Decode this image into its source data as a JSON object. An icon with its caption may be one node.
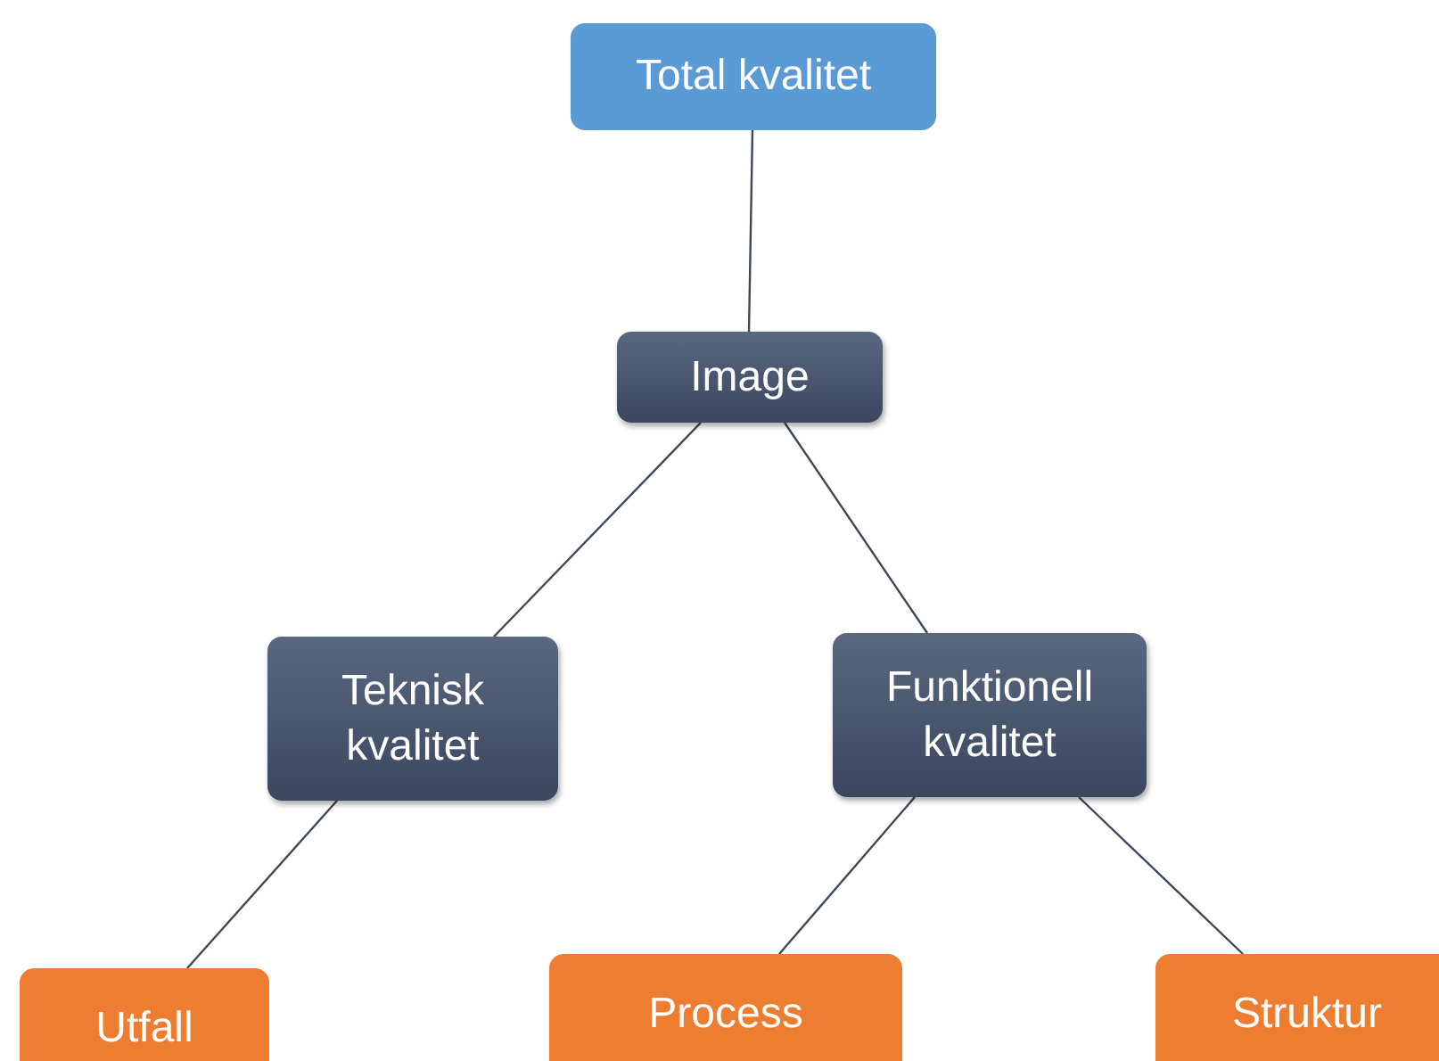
{
  "diagram": {
    "nodes": [
      {
        "text": [
          "Total kvalitet"
        ]
      },
      {
        "text": [
          "Image"
        ]
      },
      {
        "text": [
          "Teknisk kvalitet"
        ]
      },
      {
        "text": [
          "Funktionell kvalitet"
        ]
      },
      {
        "text": [
          "Utfall"
        ]
      },
      {
        "text": [
          "Process"
        ]
      },
      {
        "text": [
          "Struktur"
        ]
      }
    ],
    "edges": [
      {
        "from": 0,
        "to": 1,
        "arrow": "none"
      },
      {
        "from": 1,
        "to": 2,
        "arrow": "none"
      },
      {
        "from": 1,
        "to": 3,
        "arrow": "none"
      },
      {
        "from": 2,
        "to": 4,
        "arrow": "none"
      },
      {
        "from": 3,
        "to": 5,
        "arrow": "none"
      },
      {
        "from": 3,
        "to": 6,
        "arrow": "none"
      }
    ]
  }
}
